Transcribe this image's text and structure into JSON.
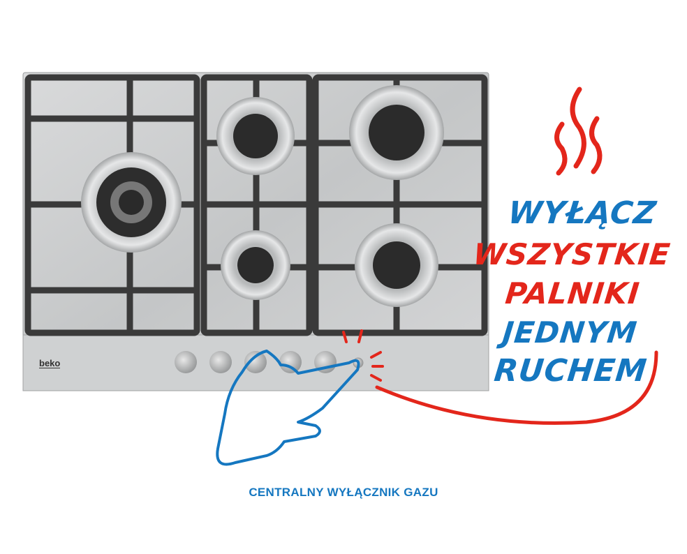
{
  "product": {
    "brand": "beko",
    "knob_count": 5,
    "burner_count": 5
  },
  "slogan": {
    "lines": [
      {
        "text": "WYŁĄCZ",
        "color": "#1577c0"
      },
      {
        "text": "WSZYSTKIE",
        "color": "#e3261b"
      },
      {
        "text": "PALNIKI",
        "color": "#e3261b"
      },
      {
        "text": "JEDNYM",
        "color": "#1577c0"
      },
      {
        "text": "RUCHEM",
        "color": "#1577c0"
      }
    ]
  },
  "caption": "CENTRALNY WYŁĄCZNIK GAZU",
  "colors": {
    "blue": "#1577c0",
    "red": "#e3261b",
    "steel": "#c9cbcc",
    "grate": "#3a3a3a"
  }
}
